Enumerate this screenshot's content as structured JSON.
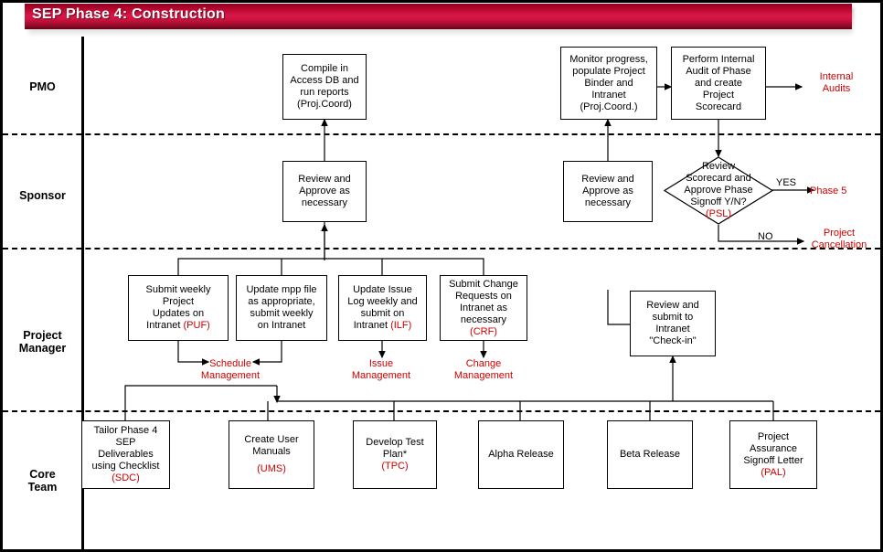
{
  "title": "SEP Phase 4: Construction",
  "lanes": [
    {
      "id": "pmo",
      "label": "PMO"
    },
    {
      "id": "sponsor",
      "label": "Sponsor"
    },
    {
      "id": "project-manager",
      "label": "Project\nManager"
    },
    {
      "id": "core-team",
      "label": "Core\nTeam"
    }
  ],
  "nodes": {
    "compile_access_db": {
      "lines": [
        "Compile in",
        "Access DB and",
        "run reports",
        "(Proj.Coord)"
      ]
    },
    "monitor_progress": {
      "lines": [
        "Monitor progress,",
        "populate Project",
        "Binder and",
        "Intranet",
        "(Proj.Coord.)"
      ]
    },
    "perform_internal_audit": {
      "lines": [
        "Perform Internal",
        "Audit of Phase",
        "and create",
        "Project",
        "Scorecard"
      ]
    },
    "sponsor_review_left": {
      "lines": [
        "Review and",
        "Approve as",
        "necessary"
      ]
    },
    "sponsor_review_right": {
      "lines": [
        "Review and",
        "Approve as",
        "necessary"
      ]
    },
    "review_scorecard_decision": {
      "lines": [
        "Review",
        "Scorecard and",
        "Approve Phase",
        "Signoff Y/N?"
      ],
      "code": "(PSL)"
    },
    "submit_weekly_updates": {
      "lines": [
        "Submit weekly",
        "Project",
        "Updates on"
      ],
      "last_prefix": "Intranet ",
      "code": "(PUF)"
    },
    "update_mpp_file": {
      "lines": [
        "Update mpp file",
        "as appropriate,",
        "submit weekly",
        "on Intranet"
      ]
    },
    "update_issue_log": {
      "lines": [
        "Update Issue",
        "Log weekly and",
        "submit on"
      ],
      "last_prefix": "Intranet ",
      "code": "(ILF)"
    },
    "submit_change_requests": {
      "lines": [
        "Submit Change",
        "Requests on",
        "Intranet as",
        "necessary"
      ],
      "code": "(CRF)"
    },
    "review_submit_checkin": {
      "lines": [
        "Review and",
        "submit to",
        "Intranet",
        "\"Check-in\""
      ]
    },
    "tailor_deliverables": {
      "lines": [
        "Tailor Phase 4",
        "SEP",
        "Deliverables",
        "using Checklist"
      ],
      "code": "(SDC)"
    },
    "create_user_manuals": {
      "lines": [
        "Create User",
        "Manuals",
        ""
      ],
      "code": "(UMS)"
    },
    "develop_test_plan": {
      "lines": [
        "Develop Test",
        "Plan*"
      ],
      "code": "(TPC)"
    },
    "alpha_release": {
      "lines": [
        "Alpha Release"
      ]
    },
    "beta_release": {
      "lines": [
        "Beta Release"
      ]
    },
    "project_assurance_letter": {
      "lines": [
        "Project",
        "Assurance",
        "Signoff Letter"
      ],
      "code": "(PAL)"
    }
  },
  "red_labels": {
    "internal_audits": "Internal\nAudits",
    "phase_5": "Phase 5",
    "project_cancellation": "Project\nCancellation",
    "schedule_management": "Schedule\nManagement",
    "issue_management": "Issue\nManagement",
    "change_management": "Change\nManagement"
  },
  "edge_labels": {
    "yes": "YES",
    "no": "NO"
  },
  "colors": {
    "accent_red": "#cc0000",
    "banner_red": "#d81846",
    "banner_dark": "#8d0320",
    "line": "#000000"
  }
}
